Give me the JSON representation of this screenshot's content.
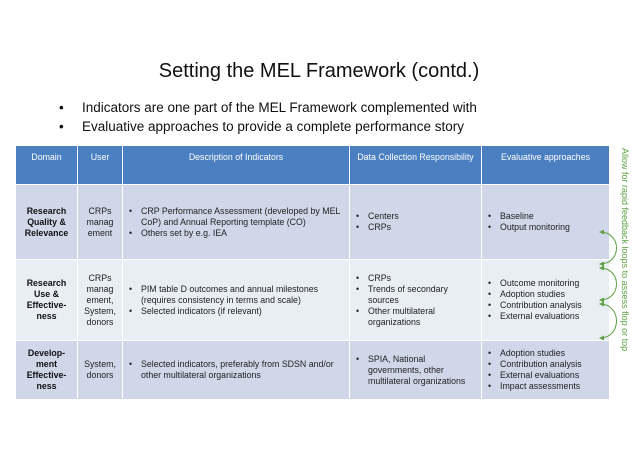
{
  "slide": {
    "title": "Setting the MEL Framework (contd.)",
    "bullets": [
      "Indicators are one part of the MEL Framework complemented with",
      "Evaluative approaches to provide a complete performance story"
    ],
    "side_note": "Allow for rapid feedback loops to assess flop or top"
  },
  "table": {
    "headers": {
      "domain": "Domain",
      "user": "User",
      "indicators": "Description of Indicators",
      "data_collection": "Data Collection Responsibility",
      "evaluative": "Evaluative approaches"
    },
    "rows": [
      {
        "domain": "Research Quality & Relevance",
        "user": "CRPs manag ement",
        "indicators": [
          "CRP Performance Assessment (developed by MEL CoP) and Annual Reporting template (CO)",
          "Others set by e.g. IEA"
        ],
        "data_collection": [
          "Centers",
          "CRPs"
        ],
        "evaluative": [
          "Baseline",
          "Output monitoring"
        ]
      },
      {
        "domain": "Research Use & Effective-ness",
        "user": "CRPs manag ement, System, donors",
        "indicators": [
          "PIM table D outcomes and annual milestones (requires consistency in terms and scale)",
          "Selected indicators (if relevant)"
        ],
        "data_collection": [
          "CRPs",
          "Trends of secondary sources",
          "Other multilateral organizations"
        ],
        "evaluative": [
          "Outcome monitoring",
          "Adoption studies",
          "Contribution analysis",
          "External evaluations"
        ]
      },
      {
        "domain": "Develop-ment Effective-ness",
        "user": "System, donors",
        "indicators": [
          "Selected indicators, preferably from SDSN and/or other multilateral organizations"
        ],
        "data_collection": [
          "SPIA, National governments, other multilateral organizations"
        ],
        "evaluative": [
          "Adoption studies",
          "Contribution analysis",
          "External evaluations",
          "Impact assessments"
        ]
      }
    ]
  },
  "colors": {
    "header_bg": "#4a7fc1",
    "row_dark": "#cfd7e8",
    "row_light": "#e9edf4",
    "note_green": "#5fa044"
  }
}
